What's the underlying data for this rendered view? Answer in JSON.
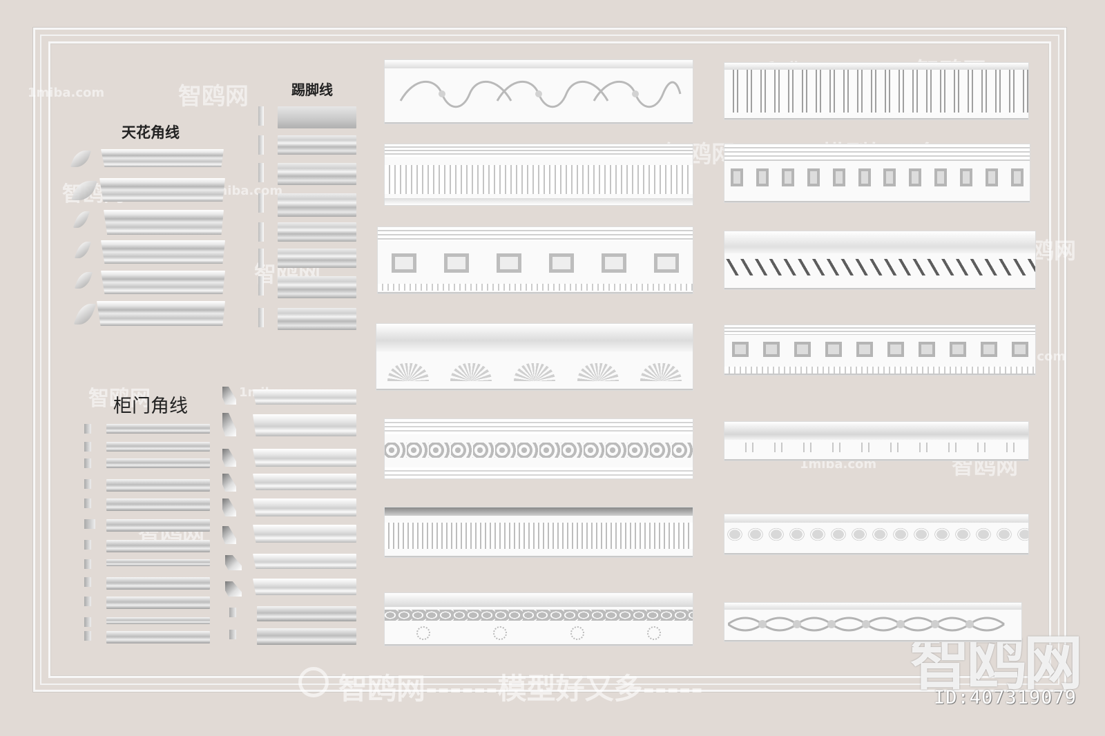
{
  "labels": {
    "ceiling": "天花角线",
    "skirting": "踢脚线",
    "cabinet": "柜门角线"
  },
  "watermarks": {
    "site": "1miba.com",
    "brand": "智鸥网",
    "slogan": "智鸥网------模型好又多-----",
    "slogan_short": "模型好又多",
    "big_brand": "智鸥网"
  },
  "id_text": "ID:407319079",
  "colors": {
    "background": "#e1dad5",
    "frame": "#f7f7f7",
    "molding": "#fafafa"
  }
}
